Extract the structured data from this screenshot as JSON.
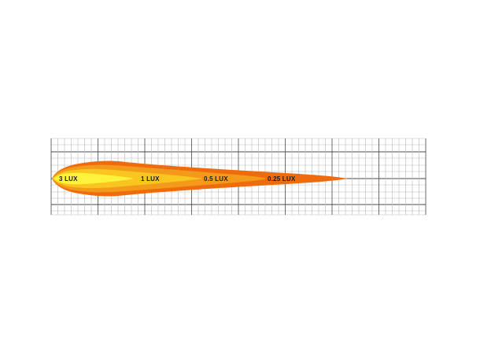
{
  "colors": {
    "background": "#ffffff",
    "grid_minor": "#b9b9b9",
    "grid_major": "#4a4a4a",
    "zone_025_lux": "#ef6c0c",
    "zone_05_lux": "#f49a1a",
    "zone_1_lux": "#f9c51e",
    "zone_3_lux": "#fff23a",
    "label_text": "#1a1a1a"
  },
  "zones": [
    {
      "id": "zone-025-lux",
      "level": "0.25 lux",
      "color_key": "zone_025_lux"
    },
    {
      "id": "zone-05-lux",
      "level": "0.5 lux",
      "color_key": "zone_05_lux"
    },
    {
      "id": "zone-1-lux",
      "level": "1 lux",
      "color_key": "zone_1_lux"
    },
    {
      "id": "zone-3-lux",
      "level": "3 lux",
      "color_key": "zone_3_lux"
    }
  ],
  "labels": {
    "lux_3": "3 LUX",
    "lux_1": "1 LUX",
    "lux_05": "0.5 LUX",
    "lux_025": "0.25 LUX"
  }
}
